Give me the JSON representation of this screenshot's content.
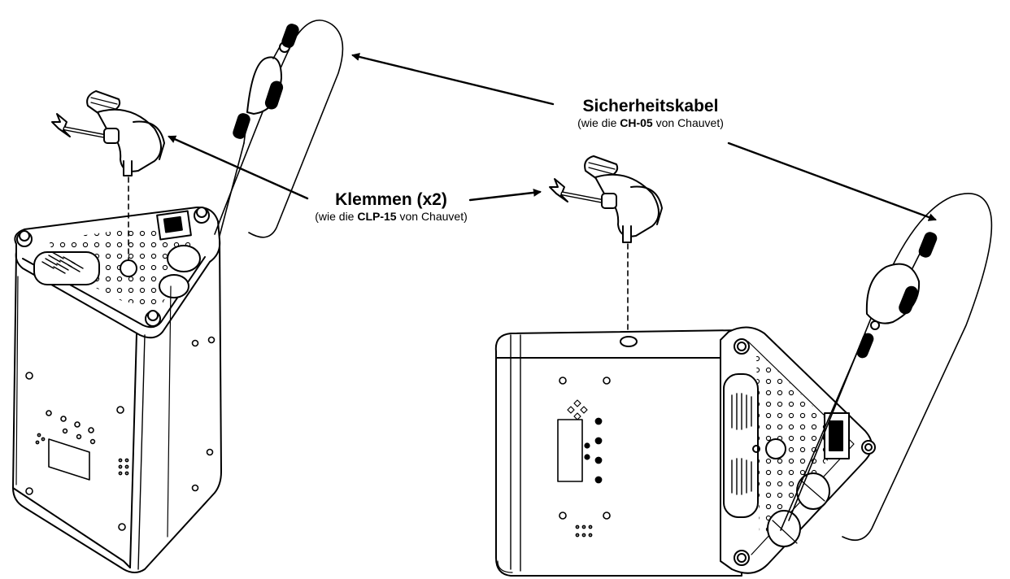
{
  "callouts": {
    "safety_cable": {
      "title": "Sicherheitskabel",
      "sub_prefix": "(wie die ",
      "sub_model": "CH-05",
      "sub_suffix": " von Chauvet)"
    },
    "clamps": {
      "title": "Klemmen (x2)",
      "sub_prefix": "(wie die ",
      "sub_model": "CLP-15",
      "sub_suffix": " von Chauvet)"
    }
  },
  "colors": {
    "line": "#000000",
    "background": "#ffffff"
  }
}
